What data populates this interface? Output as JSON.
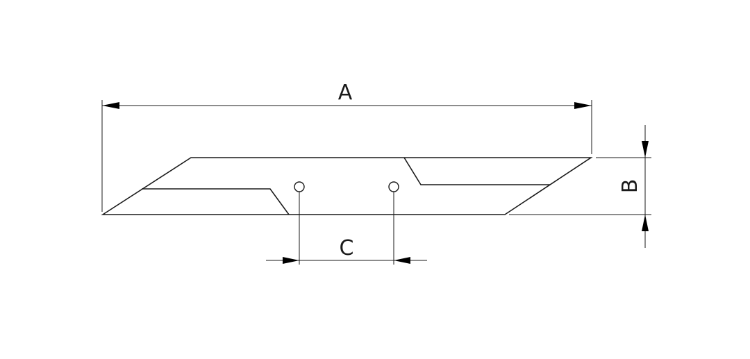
{
  "dimensions": {
    "a_label": "A",
    "b_label": "B",
    "c_label": "C"
  },
  "colors": {
    "line": "#1a1a1a",
    "arrow": "#000000",
    "background": "#ffffff"
  }
}
